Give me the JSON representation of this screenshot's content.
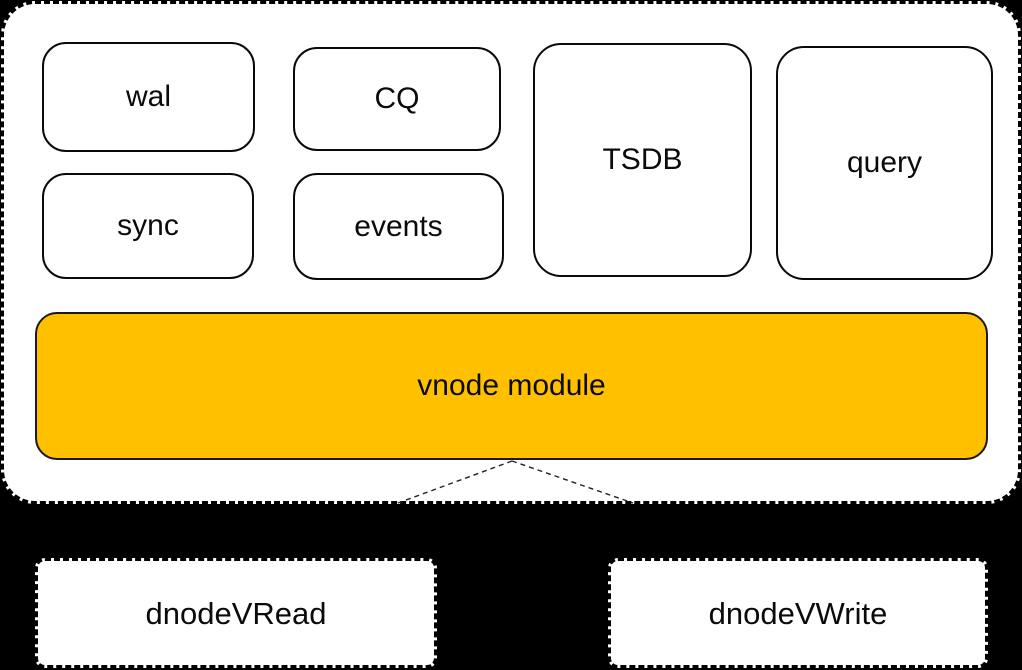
{
  "diagram": {
    "description": "vnode module architecture diagram",
    "container": {
      "fill": "#ffffff",
      "border_style": "dashed",
      "border_color": "#000000"
    },
    "modules": [
      {
        "id": "wal",
        "label": "wal"
      },
      {
        "id": "cq",
        "label": "CQ"
      },
      {
        "id": "tsdb",
        "label": "TSDB"
      },
      {
        "id": "query",
        "label": "query"
      },
      {
        "id": "sync",
        "label": "sync"
      },
      {
        "id": "events",
        "label": "events"
      }
    ],
    "vnode": {
      "label": "vnode module",
      "fill": "#FFC000",
      "border_color": "#1a1a1a"
    },
    "queues": [
      {
        "id": "dnodevread",
        "label": "dnodeVRead"
      },
      {
        "id": "dnodevwrite",
        "label": "dnodeVWrite"
      }
    ],
    "connectors": [
      {
        "from": "vnode module",
        "to": "dnodeVRead",
        "style": "dashed"
      },
      {
        "from": "vnode module",
        "to": "dnodeVWrite",
        "style": "dashed"
      }
    ],
    "colors": {
      "page_background": "#000000",
      "text": "#0b0b0b",
      "accent_gold": "#FFC000",
      "line": "#222222"
    }
  }
}
